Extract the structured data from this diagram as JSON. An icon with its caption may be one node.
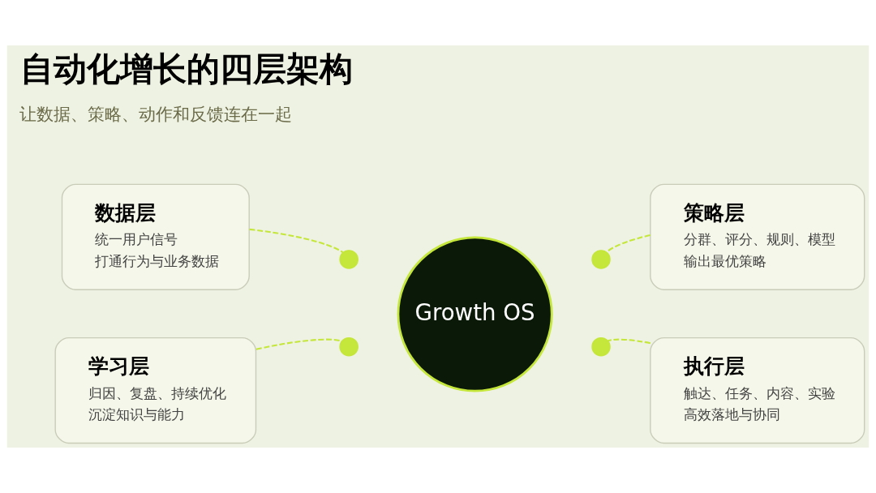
{
  "diagram": {
    "title": "自动化增长的四层架构",
    "nodes": [
      {
        "text": [
          "数据层",
          "统一用户信号",
          "打通行为与业务数据"
        ]
      },
      {
        "text": [
          "策略层",
          "分群、评分、规则、模型",
          "输出最优策略"
        ]
      },
      {
        "text": [],
        "shape": "circle"
      },
      {
        "text": [],
        "shape": "circle"
      },
      {
        "text": [
          "Growth OS"
        ]
      },
      {
        "text": [],
        "shape": "circle"
      },
      {
        "text": [],
        "shape": "circle"
      },
      {
        "text": [
          "学习层",
          "归因、复盘、持续优化",
          "沉淀知识与能力"
        ]
      },
      {
        "text": [
          "执行层",
          "触达、任务、内容、实验",
          "高效落地与协同"
        ]
      }
    ],
    "edges": [
      {
        "from": 0,
        "to": 2,
        "arrow": "none",
        "style": "dashed"
      },
      {
        "from": 1,
        "to": 3,
        "arrow": "none",
        "style": "dashed"
      },
      {
        "from": 7,
        "to": 5,
        "arrow": "none",
        "style": "dashed"
      },
      {
        "from": 8,
        "to": 6,
        "arrow": "none",
        "style": "dashed"
      }
    ],
    "labels": [
      "让数据、策略、动作和反馈连在一起"
    ]
  }
}
